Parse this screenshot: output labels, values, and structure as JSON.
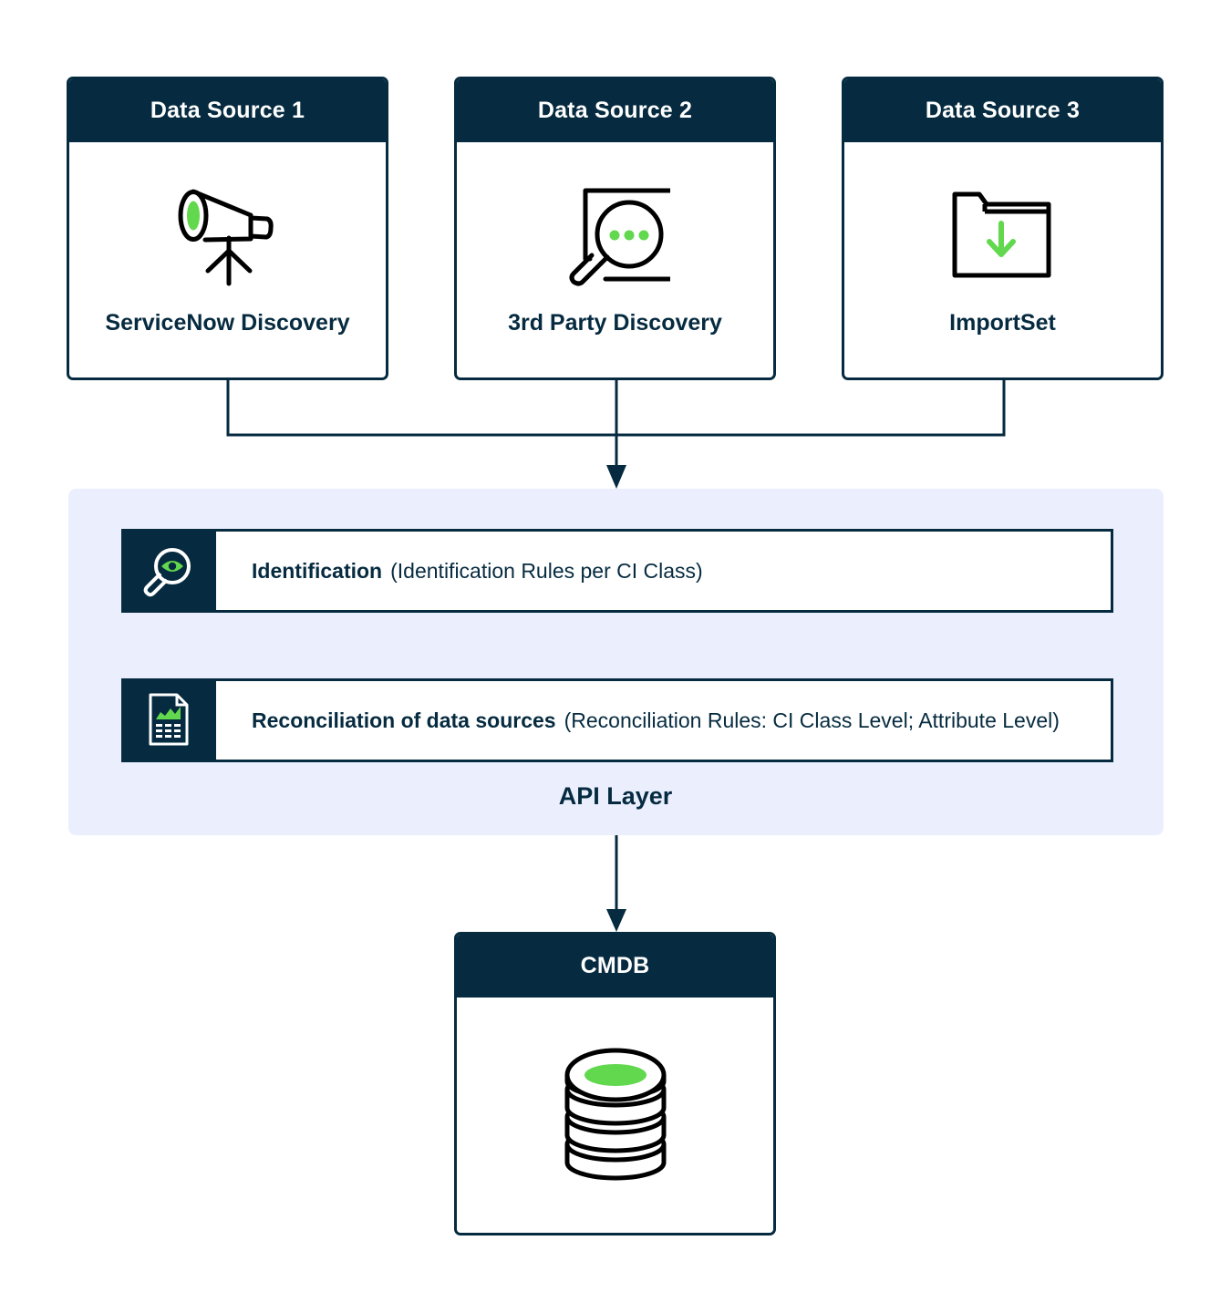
{
  "sources": [
    {
      "header": "Data Source 1",
      "label": "ServiceNow Discovery",
      "icon": "telescope-icon"
    },
    {
      "header": "Data Source 2",
      "label": "3rd Party Discovery",
      "icon": "magnifier-search-icon"
    },
    {
      "header": "Data Source 3",
      "label": "ImportSet",
      "icon": "folder-download-icon"
    }
  ],
  "api_layer": {
    "label": "API Layer",
    "identification": {
      "title": "Identification",
      "detail": "(Identification Rules per CI Class)",
      "icon": "magnifier-eye-icon"
    },
    "reconciliation": {
      "title": "Reconciliation of data sources",
      "detail": "(Reconciliation Rules: CI Class Level; Attribute Level)",
      "icon": "spreadsheet-chart-icon"
    }
  },
  "cmdb": {
    "header": "CMDB",
    "icon": "database-icon"
  },
  "colors": {
    "navy": "#062b40",
    "green": "#62d84e",
    "panel": "#ebeffd"
  }
}
